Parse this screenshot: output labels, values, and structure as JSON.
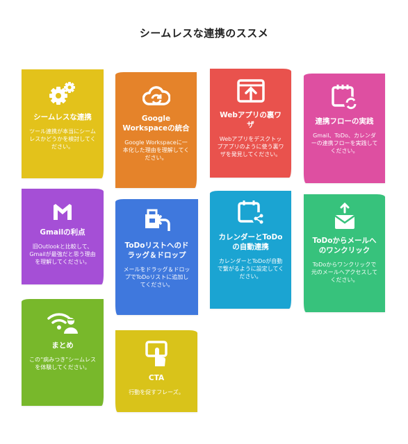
{
  "page": {
    "title": "シームレスな連携のススメ"
  },
  "cards": {
    "c1": {
      "title": "シームレスな連携",
      "desc": "ツール連携が本当にシームレスかどうかを検討してください。",
      "color": "#e3c21b",
      "icon": "gears-icon"
    },
    "c2": {
      "title": "Google Workspaceの統合",
      "desc": "Google Workspaceに一本化した理由を理解してください。",
      "color": "#e5832a",
      "icon": "cloud-sync-icon"
    },
    "c3": {
      "title": "Webアプリの裏ワザ",
      "desc": "Webアプリをデスクトップアプリのように使う裏ワザを発見してください。",
      "color": "#e9524d",
      "icon": "upload-window-icon"
    },
    "c4": {
      "title": "連携フローの実践",
      "desc": "Gmail、ToDo、カレンダーの連携フローを実践してください。",
      "color": "#de4fa1",
      "icon": "calendar-sync-icon"
    },
    "c5": {
      "title": "Gmailの利点",
      "desc": "旧Outlookと比較して、Gmailが最強だと思う理由を理解してください。",
      "color": "#a54fd6",
      "icon": "gmail-icon"
    },
    "c6": {
      "title": "ToDoリストへのドラッグ＆ドロップ",
      "desc": "メールをドラッグ＆ドロップでToDoリストに追加してください。",
      "color": "#3f78dd",
      "icon": "drag-drop-icon"
    },
    "c7": {
      "title": "カレンダーとToDoの自動連携",
      "desc": "カレンダーとToDoが自動で繋がるように設定してください。",
      "color": "#1ba4d2",
      "icon": "calendar-share-icon"
    },
    "c8": {
      "title": "ToDoからメールへのワンクリック",
      "desc": "ToDoからワンクリックで元のメールへアクセスしてください。",
      "color": "#37c27c",
      "icon": "mail-upload-icon"
    },
    "c9": {
      "title": "まとめ",
      "desc": "この“病みつき”シームレスを体験してください。",
      "color": "#78b82b",
      "icon": "wifi-person-icon"
    },
    "c10": {
      "title": "CTA",
      "desc": "行動を促すフレーズ。",
      "color": "#d9c31a",
      "icon": "tap-icon"
    }
  }
}
